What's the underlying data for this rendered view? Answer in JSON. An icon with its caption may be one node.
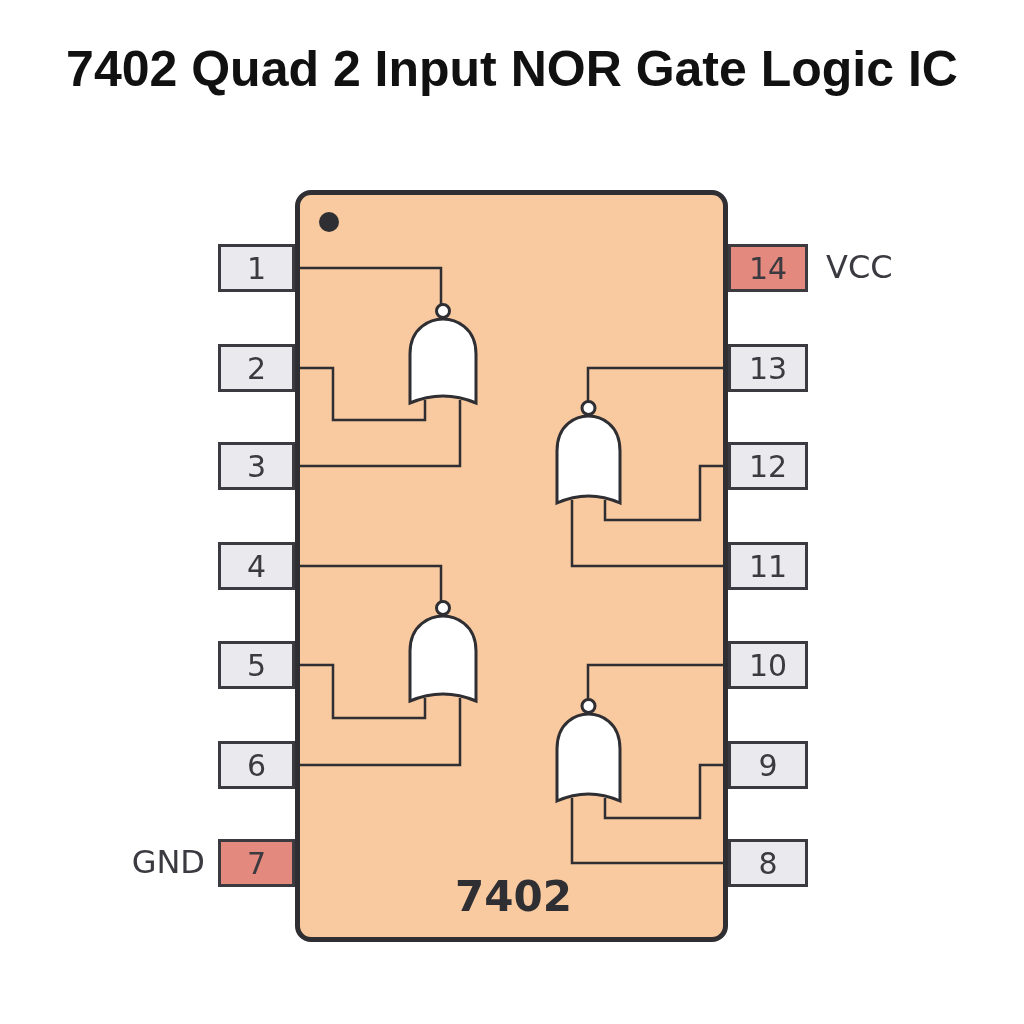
{
  "diagram": {
    "title": "7402 Quad 2 Input NOR Gate Logic IC",
    "nodes": [
      {
        "text": [
          "7402"
        ]
      },
      {
        "text": [
          "1"
        ]
      },
      {
        "text": [
          "2"
        ]
      },
      {
        "text": [
          "3"
        ]
      },
      {
        "text": [
          "4"
        ]
      },
      {
        "text": [
          "5"
        ]
      },
      {
        "text": [
          "6"
        ]
      },
      {
        "text": [
          "7"
        ],
        "beside": [
          "GND"
        ]
      },
      {
        "text": [
          "8"
        ]
      },
      {
        "text": [
          "9"
        ]
      },
      {
        "text": [
          "10"
        ]
      },
      {
        "text": [
          "11"
        ]
      },
      {
        "text": [
          "12"
        ]
      },
      {
        "text": [
          "13"
        ]
      },
      {
        "text": [
          "14"
        ],
        "beside": [
          "VCC"
        ]
      },
      {
        "text": [],
        "shape": "gate",
        "in": 0
      },
      {
        "text": [],
        "shape": "gate",
        "in": 0
      },
      {
        "text": [],
        "shape": "gate",
        "in": 0
      },
      {
        "text": [],
        "shape": "gate",
        "in": 0
      }
    ],
    "edges": [
      {
        "from": 1,
        "to": 15,
        "arrow": "none"
      },
      {
        "from": 2,
        "to": 15,
        "arrow": "none"
      },
      {
        "from": 3,
        "to": 15,
        "arrow": "none"
      },
      {
        "from": 13,
        "to": 16,
        "arrow": "none"
      },
      {
        "from": 12,
        "to": 16,
        "arrow": "none"
      },
      {
        "from": 11,
        "to": 16,
        "arrow": "none"
      },
      {
        "from": 4,
        "to": 17,
        "arrow": "none"
      },
      {
        "from": 5,
        "to": 17,
        "arrow": "none"
      },
      {
        "from": 6,
        "to": 17,
        "arrow": "none"
      },
      {
        "from": 10,
        "to": 18,
        "arrow": "none"
      },
      {
        "from": 9,
        "to": 18,
        "arrow": "none"
      },
      {
        "from": 8,
        "to": 18,
        "arrow": "none"
      }
    ]
  }
}
